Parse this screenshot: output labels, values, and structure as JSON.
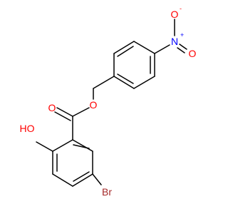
{
  "molecule": {
    "atoms": {
      "nitro_n": "N",
      "nitro_n_charge": "+",
      "nitro_o_minus": "O",
      "nitro_o_minus_charge": "-",
      "nitro_o": "O",
      "carbonyl_o": "O",
      "ester_o": "O",
      "hydroxyl": "HO",
      "bromine": "Br"
    },
    "colors": {
      "bond": "#000000",
      "nitrogen": "#0000ff",
      "oxygen": "#ff0000",
      "bromine": "#a52a2a",
      "carbon_label": "#000000"
    }
  }
}
